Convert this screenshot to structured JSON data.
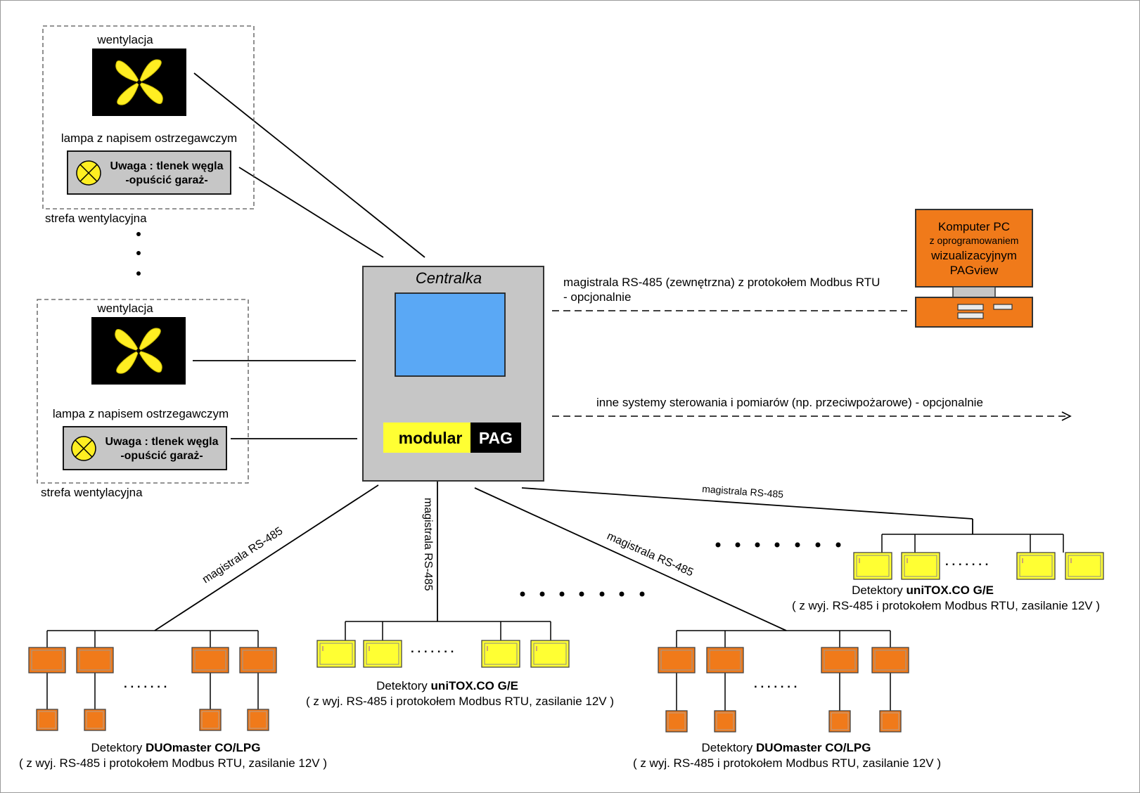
{
  "zone": {
    "ventilation_label": "wentylacja",
    "lamp_label": "lampa z napisem ostrzegawczym",
    "warning_line1": "Uwaga : tlenek węgla",
    "warning_line2": "-opuścić  garaż-",
    "zone_label": "strefa wentylacyjna"
  },
  "central": {
    "title": "Centralka",
    "logo_left": "modular",
    "logo_right": "PAG"
  },
  "pc": {
    "line1": "Komputer PC",
    "line2": "z oprogramowaniem",
    "line3": "wizualizacyjnym",
    "line4": "PAGview"
  },
  "links": {
    "external_bus_line1": "magistrala RS-485 (zewnętrzna) z protokołem Modbus RTU",
    "external_bus_line2": "- opcjonalnie",
    "other_systems": "inne systemy sterowania i pomiarów (np. przeciwpożarowe) - opcjonalnie",
    "bus_label": "magistrala RS-485"
  },
  "groups": {
    "duo_prefix": "Detektory ",
    "duo_name": "DUOmaster CO/LPG",
    "uni_prefix": "Detektory ",
    "uni_name": "uniTOX.CO G/E",
    "spec": "( z wyj. RS-485 i protokołem Modbus RTU, zasilanie 12V )",
    "ellipsis": ". . . . . . ."
  },
  "colors": {
    "orange": "#f07a1a",
    "yellow": "#ffff33",
    "blue": "#5aa8f5",
    "gray": "#c6c6c6"
  }
}
